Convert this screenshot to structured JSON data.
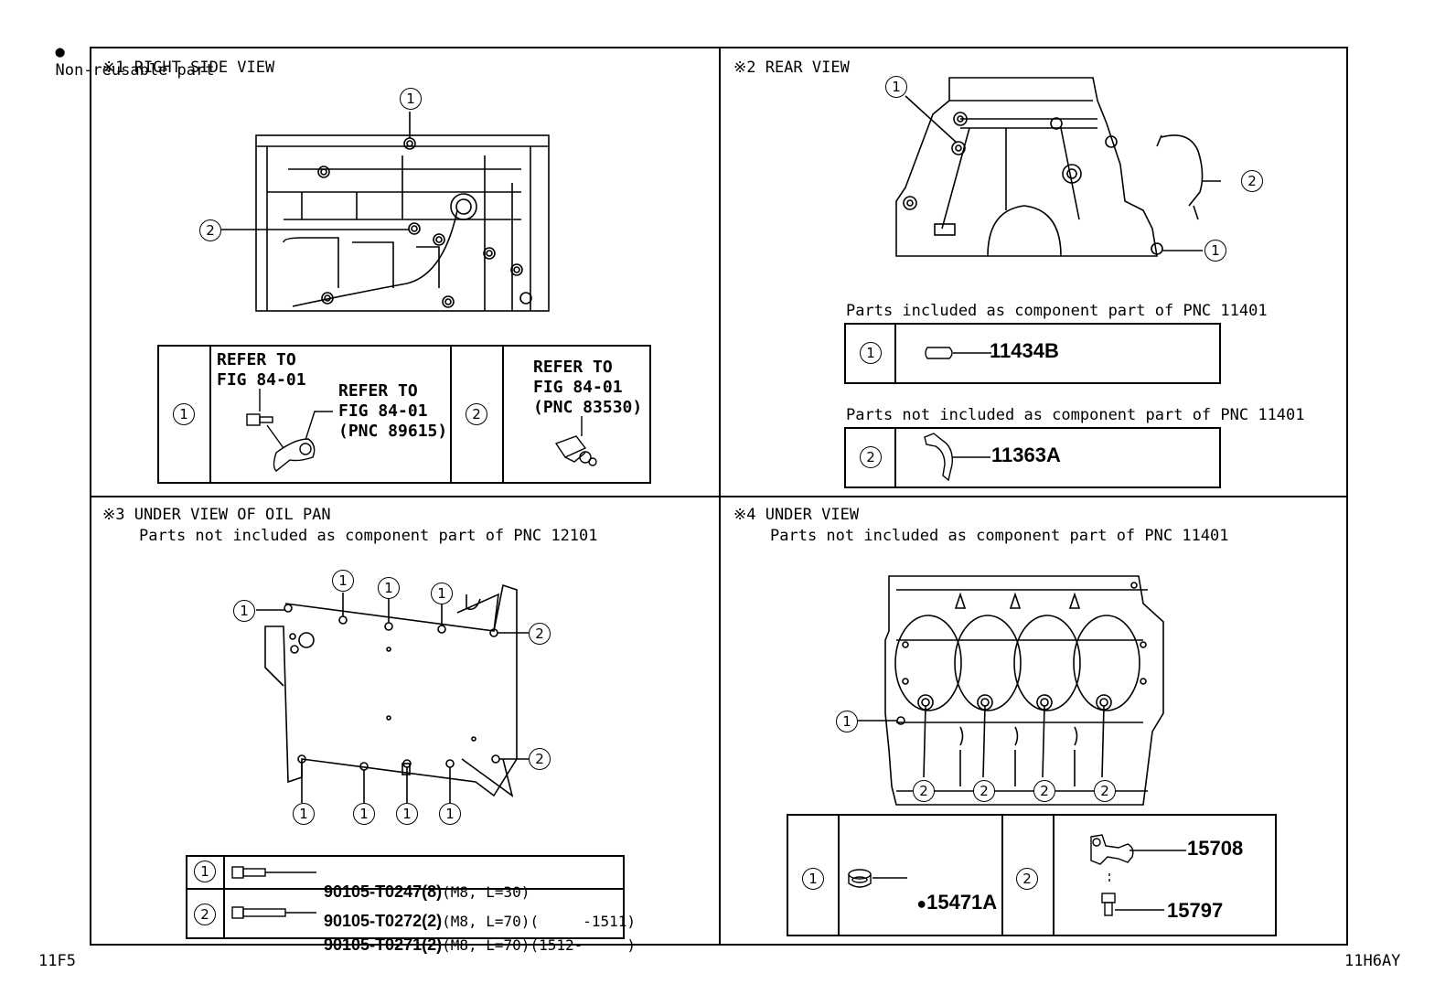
{
  "legend": {
    "bullet": "●",
    "text": "Non-reusable part"
  },
  "page_code_left": "11F5",
  "page_code_right": "11H6AY",
  "views": {
    "right_side": {
      "title": "※1 RIGHT SIDE VIEW",
      "callouts": [
        "1",
        "2"
      ],
      "table": {
        "row1_num": "1",
        "row1_ref_a": "REFER TO\nFIG 84-01",
        "row1_ref_b": "REFER TO\nFIG 84-01\n(PNC 89615)",
        "row2_num": "2",
        "row2_ref": "REFER TO\nFIG 84-01\n(PNC 83530)"
      }
    },
    "rear": {
      "title": "※2 REAR VIEW",
      "callouts": [
        "1",
        "2",
        "1"
      ],
      "note_included": "Parts included as component part of PNC 11401",
      "note_not_included": "Parts not included as component part of PNC 11401",
      "part1": {
        "num": "1",
        "pnc": "11434B"
      },
      "part2": {
        "num": "2",
        "pnc": "11363A"
      }
    },
    "oil_pan": {
      "title": "※3 UNDER VIEW OF OIL PAN",
      "subtitle": "Parts not included as component part of PNC 12101",
      "callouts_top": [
        "1",
        "1",
        "1",
        "1"
      ],
      "callouts_bottom": [
        "1",
        "1",
        "1",
        "1"
      ],
      "callouts_right": [
        "2",
        "2"
      ],
      "table": {
        "row1_num": "1",
        "row1_part": "90105-T0247",
        "row1_qty": "(8)",
        "row1_spec": "(M8, L=30)",
        "row2_num": "2",
        "row2a_part": "90105-T0272",
        "row2a_qty": "(2)",
        "row2a_spec": "(M8, L=70)(     -1511)",
        "row2b_part": "90105-T0271",
        "row2b_qty": "(2)",
        "row2b_spec": "(M8, L=70)(1512-     )"
      }
    },
    "under": {
      "title": "※4 UNDER VIEW",
      "subtitle": "Parts not included as component part of PNC 11401",
      "callouts_bottom": [
        "2",
        "2",
        "2",
        "2"
      ],
      "callout_left": "1",
      "table": {
        "row1_num": "1",
        "row1_bullet": "●",
        "row1_part": "15471A",
        "row2_num": "2",
        "row2_part_a": "15708",
        "row2_part_b": "15797"
      }
    }
  }
}
